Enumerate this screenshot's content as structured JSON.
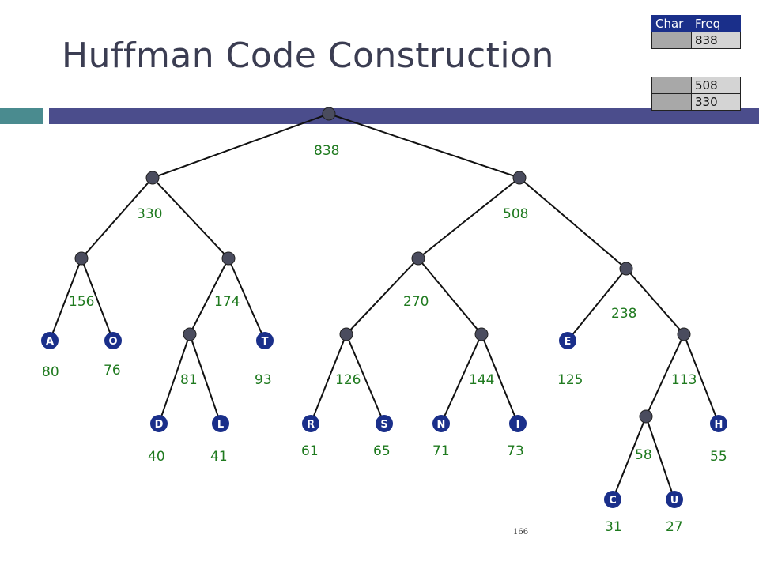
{
  "slide": {
    "title": "Huffman Code Construction",
    "page_number": "166"
  },
  "freq_table": {
    "header_char": "Char",
    "header_freq": "Freq",
    "top_rows": [
      {
        "char": "",
        "freq": "838"
      }
    ],
    "bottom_rows": [
      {
        "char": "",
        "freq": "508"
      },
      {
        "char": "",
        "freq": "330"
      }
    ]
  },
  "tree": {
    "colors": {
      "internal_node": "#4a4c5e",
      "leaf_node": "#1a2f8a",
      "edge": "#111111",
      "weight_text": "#1f7a1f"
    },
    "internal_nodes": [
      {
        "id": "root",
        "weight": "838"
      },
      {
        "id": "n330",
        "weight": "330"
      },
      {
        "id": "n508",
        "weight": "508"
      },
      {
        "id": "n156",
        "weight": "156"
      },
      {
        "id": "n174",
        "weight": "174"
      },
      {
        "id": "n270",
        "weight": "270"
      },
      {
        "id": "n238",
        "weight": "238"
      },
      {
        "id": "n81",
        "weight": "81"
      },
      {
        "id": "n126",
        "weight": "126"
      },
      {
        "id": "n144",
        "weight": "144"
      },
      {
        "id": "n113",
        "weight": "113"
      },
      {
        "id": "n58",
        "weight": "58"
      }
    ],
    "leaves": [
      {
        "id": "A",
        "letter": "A",
        "weight": "80"
      },
      {
        "id": "O",
        "letter": "O",
        "weight": "76"
      },
      {
        "id": "T",
        "letter": "T",
        "weight": "93"
      },
      {
        "id": "E",
        "letter": "E",
        "weight": "125"
      },
      {
        "id": "D",
        "letter": "D",
        "weight": "40"
      },
      {
        "id": "L",
        "letter": "L",
        "weight": "41"
      },
      {
        "id": "R",
        "letter": "R",
        "weight": "61"
      },
      {
        "id": "S",
        "letter": "S",
        "weight": "65"
      },
      {
        "id": "N",
        "letter": "N",
        "weight": "71"
      },
      {
        "id": "I",
        "letter": "I",
        "weight": "73"
      },
      {
        "id": "H",
        "letter": "H",
        "weight": "55"
      },
      {
        "id": "C",
        "letter": "C",
        "weight": "31"
      },
      {
        "id": "U",
        "letter": "U",
        "weight": "27"
      }
    ],
    "edges": [
      [
        "root",
        "n330"
      ],
      [
        "root",
        "n508"
      ],
      [
        "n330",
        "n156"
      ],
      [
        "n330",
        "n174"
      ],
      [
        "n508",
        "n270"
      ],
      [
        "n508",
        "n238"
      ],
      [
        "n156",
        "A"
      ],
      [
        "n156",
        "O"
      ],
      [
        "n174",
        "n81"
      ],
      [
        "n174",
        "T"
      ],
      [
        "n270",
        "n126"
      ],
      [
        "n270",
        "n144"
      ],
      [
        "n238",
        "E"
      ],
      [
        "n238",
        "n113"
      ],
      [
        "n81",
        "D"
      ],
      [
        "n81",
        "L"
      ],
      [
        "n126",
        "R"
      ],
      [
        "n126",
        "S"
      ],
      [
        "n144",
        "N"
      ],
      [
        "n144",
        "I"
      ],
      [
        "n113",
        "n58"
      ],
      [
        "n113",
        "H"
      ],
      [
        "n58",
        "C"
      ],
      [
        "n58",
        "U"
      ]
    ]
  }
}
